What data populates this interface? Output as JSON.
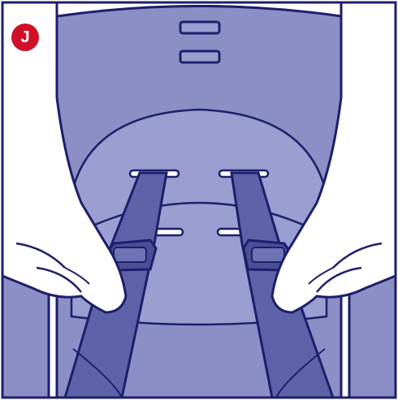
{
  "illustration": {
    "step_label": "J",
    "colors": {
      "seat": "#8b8fc6",
      "seat_light": "#9a9ed0",
      "strap": "#5e62a8",
      "strap_dark": "#4b4f96",
      "outline": "#1d1f6b",
      "badge": "#d0102a",
      "hands": "#ffffff"
    },
    "icons": [
      "car-seat-shell",
      "harness-strap-left",
      "harness-strap-right",
      "chest-clip-left",
      "chest-clip-right",
      "hand-left",
      "hand-right",
      "strap-slot"
    ]
  }
}
